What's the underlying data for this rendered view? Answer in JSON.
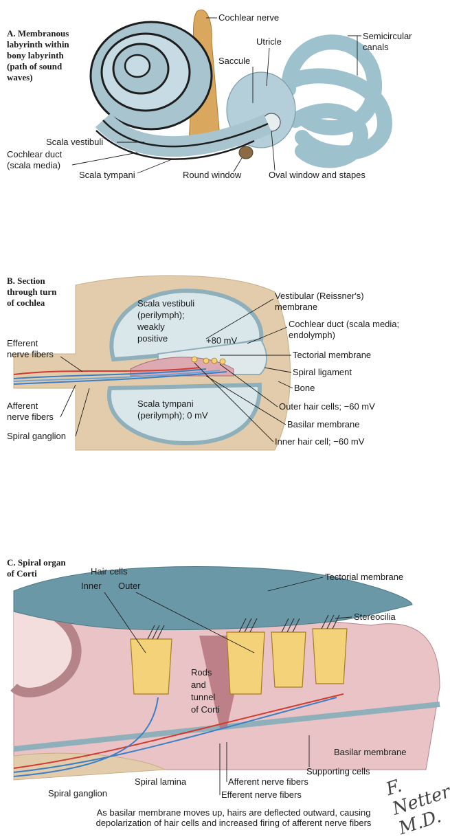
{
  "panelA": {
    "title": [
      "A. Membranous",
      "labyrinth within",
      "bony labyrinth",
      "(path of sound",
      "waves)"
    ],
    "labels": {
      "cochlear_nerve": "Cochlear nerve",
      "utricle": "Utricle",
      "saccule": "Saccule",
      "semicircular": [
        "Semicircular",
        "canals"
      ],
      "scala_vestibuli": "Scala vestibuli",
      "cochlear_duct": [
        "Cochlear duct",
        "(scala media)"
      ],
      "scala_tympani": "Scala tympani",
      "round_window": "Round window",
      "oval_window": "Oval window and stapes"
    }
  },
  "panelB": {
    "title": [
      "B. Section",
      "through turn",
      "of cochlea"
    ],
    "labels": {
      "scala_vestibuli": [
        "Scala vestibuli",
        "(perilymph);",
        "weakly",
        "positive"
      ],
      "plus80": "+80 mV",
      "vestibular": [
        "Vestibular (Reissner's)",
        "membrane"
      ],
      "cochlear_duct": [
        "Cochlear duct (scala media;",
        "endolymph)"
      ],
      "tectorial": "Tectorial membrane",
      "spiral_ligament": "Spiral ligament",
      "bone": "Bone",
      "outer_hair": "Outer hair cells; −60 mV",
      "basilar": "Basilar membrane",
      "inner_hair": "Inner hair cell; −60 mV",
      "efferent": [
        "Efferent",
        "nerve fibers"
      ],
      "afferent": [
        "Afferent",
        "nerve fibers"
      ],
      "spiral_ganglion": "Spiral ganglion",
      "scala_tympani": [
        "Scala tympani",
        "(perilymph); 0 mV"
      ]
    }
  },
  "panelC": {
    "title": [
      "C. Spiral organ",
      "of Corti"
    ],
    "labels": {
      "hair_cells": "Hair cells",
      "inner": "Inner",
      "outer": "Outer",
      "tectorial": "Tectorial membrane",
      "stereocilia": "Stereocilia",
      "rods": [
        "Rods",
        "and",
        "tunnel",
        "of Corti"
      ],
      "basilar": "Basilar membrane",
      "supporting": "Supporting cells",
      "spiral_lamina": "Spiral lamina",
      "afferent": "Afferent nerve fibers",
      "efferent": "Efferent nerve fibers",
      "spiral_ganglion": "Spiral ganglion"
    },
    "caption": [
      "As basilar membrane moves up, hairs are deflected outward, causing",
      "depolarization of hair cells and increased firing of afferent nerve fibers"
    ]
  },
  "signature": "F. Netter M.D.",
  "colors": {
    "fluid": "#b9d3dd",
    "bone": "#e3ccab",
    "tissue": "#dcaab0",
    "cell": "#f3d27a",
    "tectorial": "#6b98a6",
    "efferent": "#d23a2f",
    "afferent": "#3b7fc4"
  }
}
